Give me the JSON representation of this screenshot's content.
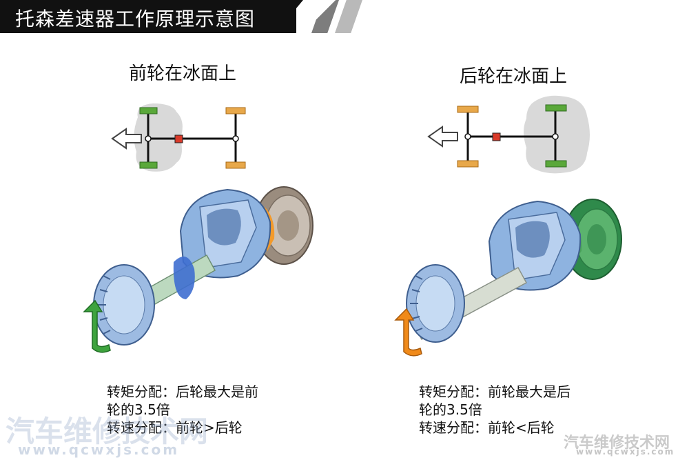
{
  "title": "托森差速器工作原理示意图",
  "left": {
    "subtitle": "前轮在冰面上",
    "caption_line1": "转矩分配：后轮最大是前",
    "caption_line2": "轮的3.5倍",
    "caption_line3": "转速分配：前轮>后轮"
  },
  "right": {
    "subtitle": "后轮在冰面上",
    "caption_line1": "转矩分配：前轮最大是后",
    "caption_line2": "轮的3.5倍",
    "caption_line3": "转速分配：前轮<后轮"
  },
  "watermarks": {
    "left_main": "汽车维修技术网",
    "left_url": "www.qcwxjs.com",
    "right_main": "汽车维修技术网",
    "right_url": "www.qcwxjs.com"
  },
  "colors": {
    "wheel_green": "#5aa83a",
    "wheel_orange": "#e8a84a",
    "ice": "#d9d9d9",
    "gear_blue": "#7fa6d8",
    "arrow_green": "#3ea33e",
    "arrow_orange": "#f08a1a",
    "flange_orange": "#f39a2a",
    "flange_green": "#49a05a"
  }
}
